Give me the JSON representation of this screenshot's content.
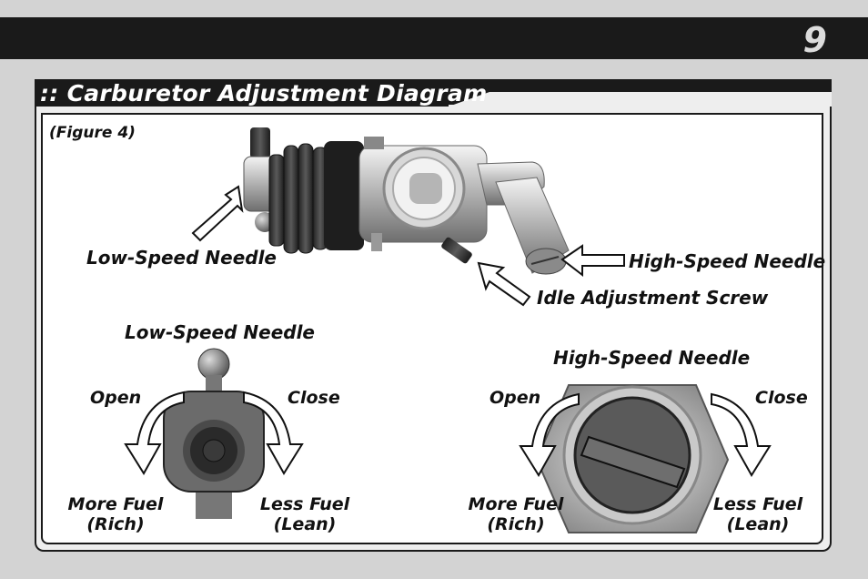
{
  "header": {
    "page_number": "9"
  },
  "section": {
    "title": ":: Carburetor Adjustment Diagram"
  },
  "figure": {
    "caption": "(Figure 4)",
    "callouts": {
      "low_speed_needle": "Low-Speed Needle",
      "high_speed_needle": "High-Speed Needle",
      "idle_adjustment_screw": "Idle Adjustment Screw"
    }
  },
  "low_speed_diagram": {
    "title": "Low-Speed Needle",
    "open": "Open",
    "close": "Close",
    "more_fuel": "More Fuel",
    "rich": "(Rich)",
    "less_fuel": "Less Fuel",
    "lean": "(Lean)"
  },
  "high_speed_diagram": {
    "title": "High-Speed Needle",
    "open": "Open",
    "close": "Close",
    "more_fuel": "More Fuel",
    "rich": "(Rich)",
    "less_fuel": "Less Fuel",
    "lean": "(Lean)"
  },
  "colors": {
    "bar": "#1a1a1a",
    "page_bg": "#d3d3d3",
    "panel": "#ffffff"
  }
}
